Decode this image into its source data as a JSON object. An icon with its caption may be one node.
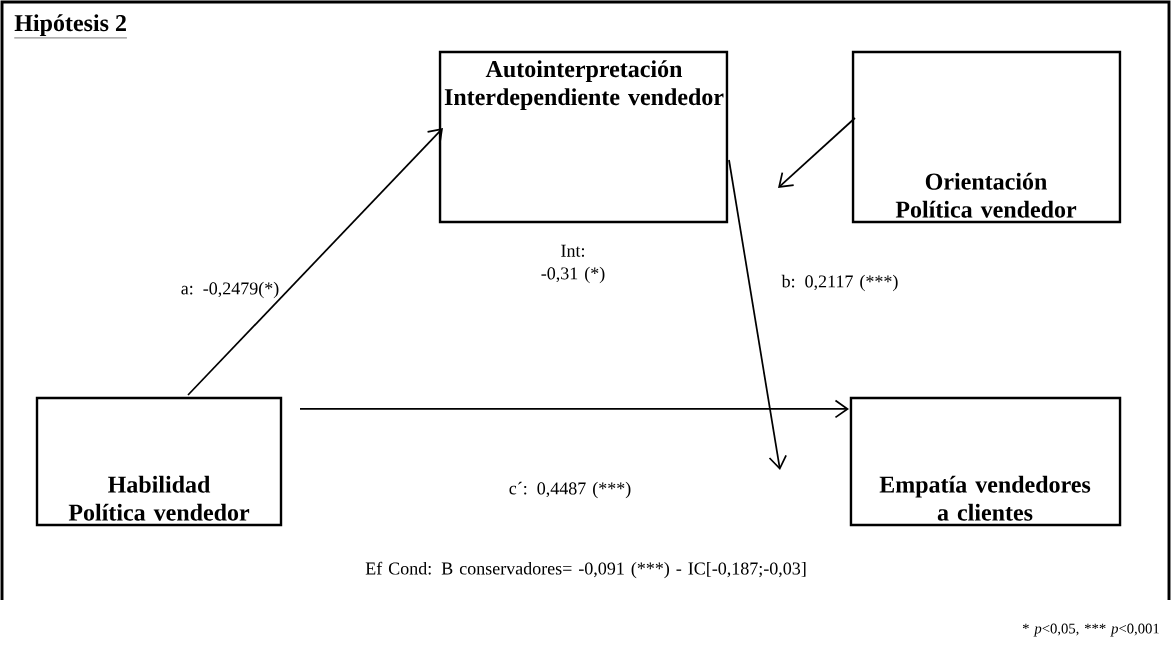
{
  "diagram": {
    "title": "Hipótesis 2",
    "nodes": [
      {
        "text": [
          "Autointerpretación Interdependiente vendedor"
        ]
      },
      {
        "text": [
          "Orientación Política vendedor"
        ]
      },
      {
        "text": [
          "Habilidad Política vendedor"
        ]
      },
      {
        "text": [
          "Empatía vendedores a clientes"
        ]
      }
    ],
    "edges": [
      {
        "from": 2,
        "to": 0,
        "arrow": "to",
        "label": "a: -0,2479(*)"
      },
      {
        "from": 0,
        "to": 3,
        "arrow": "to",
        "label": "b: 0,2117 (***)"
      },
      {
        "from": 2,
        "to": 3,
        "arrow": "to",
        "label": "c´: 0,4487 (***)"
      },
      {
        "from": 1,
        "to": null,
        "arrow": "to"
      }
    ],
    "labels": [
      "Int: -0,31 (*)",
      "Ef Cond: B conservadores= -0,091 (***) - IC[-0,187;-0,03]",
      "* *p*<0,05, *** *p*<0,001"
    ]
  }
}
